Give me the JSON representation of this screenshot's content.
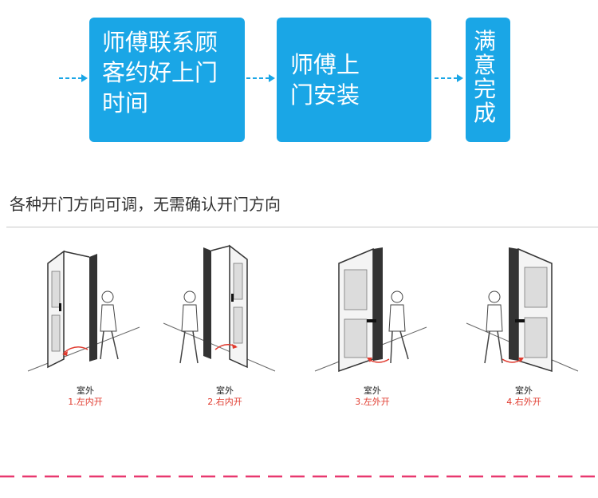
{
  "process": {
    "steps": [
      {
        "lines": [
          "师傅联系顾",
          "客约好上门",
          "时间"
        ]
      },
      {
        "lines": [
          "师傅上",
          "门安装"
        ]
      },
      {
        "lines": [
          "满",
          "意",
          "完",
          "成"
        ]
      }
    ]
  },
  "directions": {
    "heading": "各种开门方向可调，无需确认开门方向",
    "items": [
      {
        "outside": "室外",
        "label": "1.左内开"
      },
      {
        "outside": "室外",
        "label": "2.右内开"
      },
      {
        "outside": "室外",
        "label": "3.左外开"
      },
      {
        "outside": "室外",
        "label": "4.右外开"
      }
    ]
  },
  "colors": {
    "accent": "#1aa6e6",
    "label_red": "#e03a2e",
    "divider_pink": "#e8386f"
  }
}
